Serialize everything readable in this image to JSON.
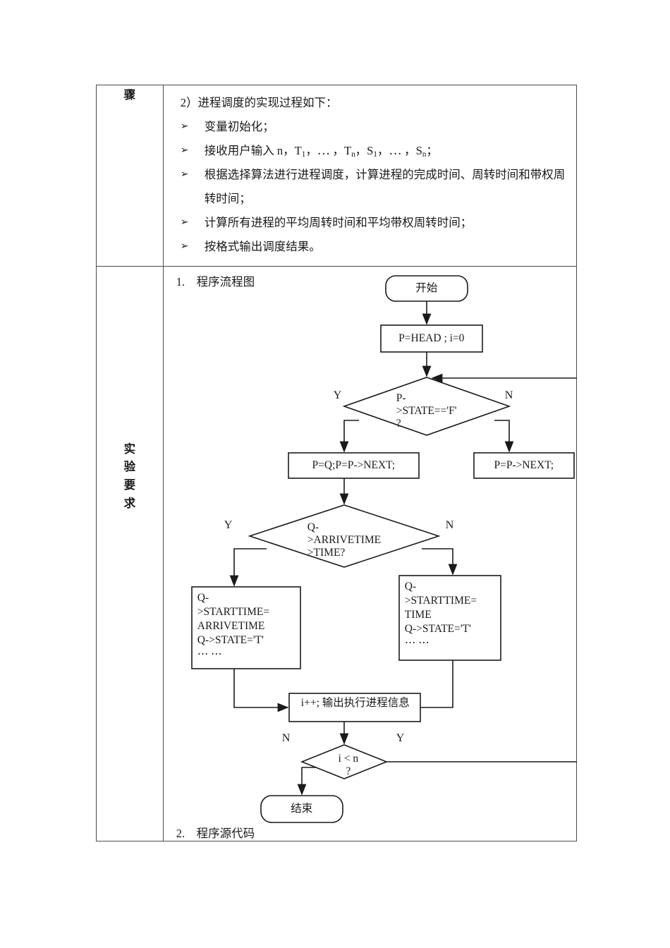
{
  "table": {
    "row_steps": {
      "label": "骤",
      "heading": "2）进程调度的实现过程如下：",
      "bullets": [
        "变量初始化；",
        "接收用户输入 n，T<sub>1</sub>，⋯ ，T<sub>n</sub>，S<sub>1</sub>，⋯ ，S<sub>n</sub>；",
        "根据选择算法进行进程调度，计算进程的完成时间、周转时间和带权周转时间；",
        "计算所有进程的平均周转时间和平均带权周转时间；",
        "按格式输出调度结果。"
      ],
      "bullet_glyph": "➢"
    },
    "row_requirements": {
      "label_chars": [
        "实",
        "验",
        "要",
        "求"
      ],
      "caption_1": "1.　程序流程图",
      "caption_2": "2.　程序源代码"
    }
  },
  "flowchart": {
    "nodes": {
      "start": "开始",
      "init": "P=HEAD ; i=0",
      "decision_state": "P-\n>STATE=='F'\n?",
      "assign_q": "P=Q;P=P->NEXT;",
      "advance_p": "P=P->NEXT;",
      "decision_arrive": "Q-\n>ARRIVETIME\n>TIME?",
      "set_start_arrive": "Q-\n>STARTTIME=\nARRIVETIME\nQ->STATE='T'\n⋯ ⋯",
      "set_start_time": "Q-\n>STARTTIME=\nTIME\nQ->STATE='T'\n⋯ ⋯",
      "output": "i++; 输出执行进程信息",
      "decision_loop": "i < n\n?",
      "end": "结束"
    },
    "branch_labels": {
      "state_yes": "Y",
      "state_no": "N",
      "arrive_yes": "Y",
      "arrive_no": "N",
      "loop_no": "N",
      "loop_yes": "Y"
    },
    "colors": {
      "stroke": "#1a1a1a",
      "fill": "#ffffff"
    }
  }
}
